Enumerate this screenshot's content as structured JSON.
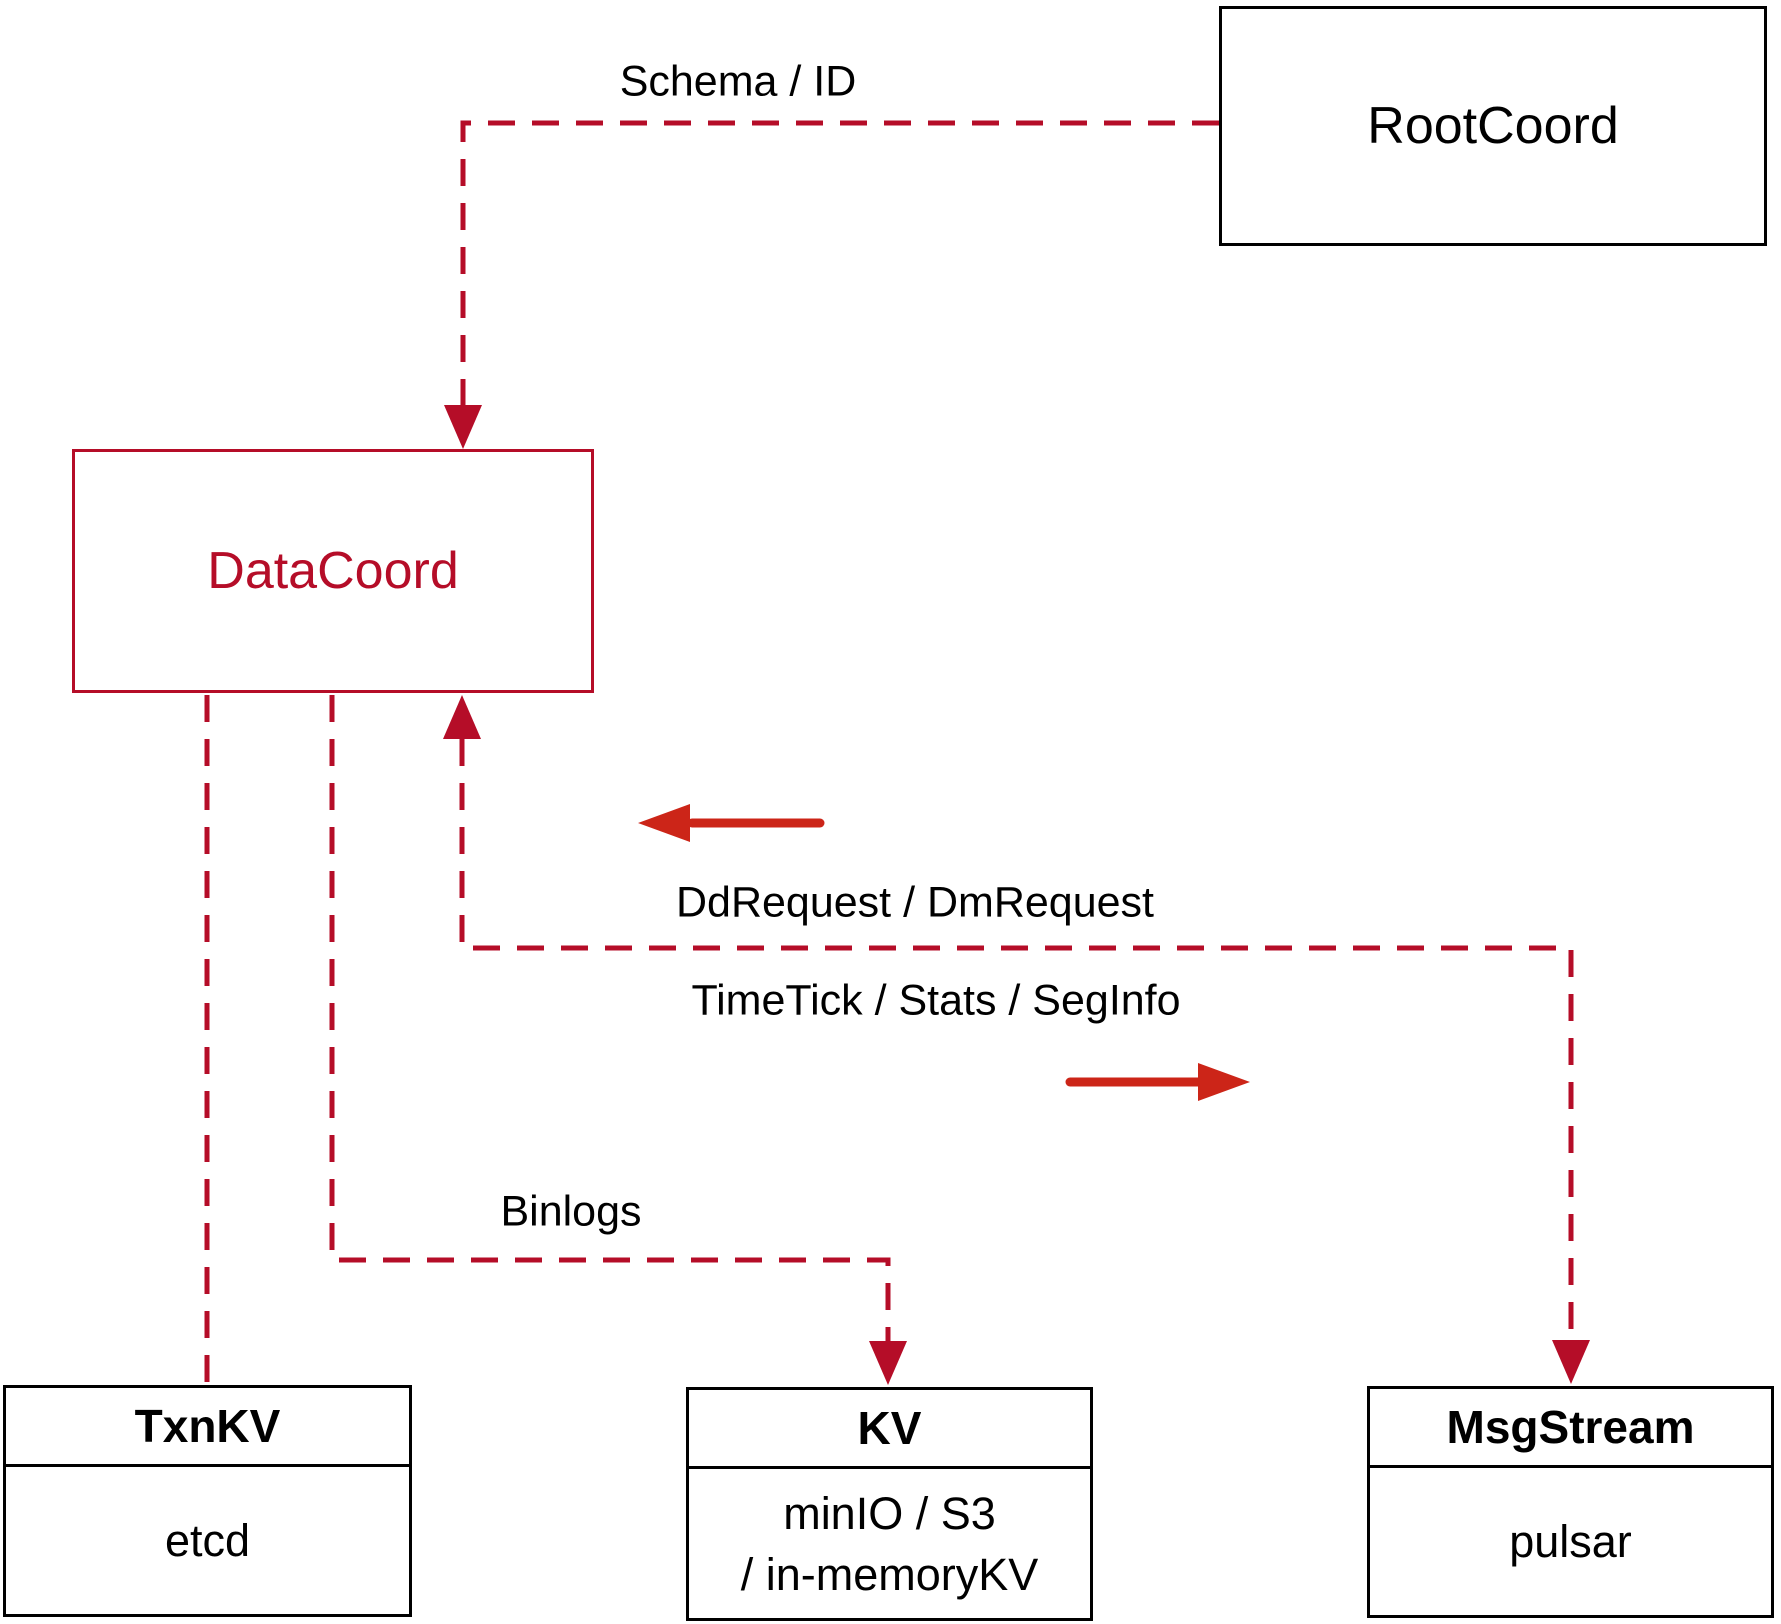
{
  "diagram": {
    "nodes": {
      "rootcoord": {
        "label": "RootCoord"
      },
      "datacoord": {
        "label": "DataCoord"
      },
      "txnkv": {
        "title": "TxnKV",
        "body": "etcd"
      },
      "kv": {
        "title": "KV",
        "body_line1": "minIO / S3",
        "body_line2": "/ in-memoryKV"
      },
      "msgstream": {
        "title": "MsgStream",
        "body": "pulsar"
      }
    },
    "edge_labels": {
      "schema_id": "Schema / ID",
      "dd_request": "DdRequest / DmRequest",
      "time_tick": "TimeTick / Stats / SegInfo",
      "binlogs": "Binlogs"
    }
  },
  "colors": {
    "connector_red": "#b50d28",
    "arrow_red": "#cc2518",
    "box_border_black": "#000000",
    "text_black": "#000000",
    "background": "#ffffff"
  }
}
